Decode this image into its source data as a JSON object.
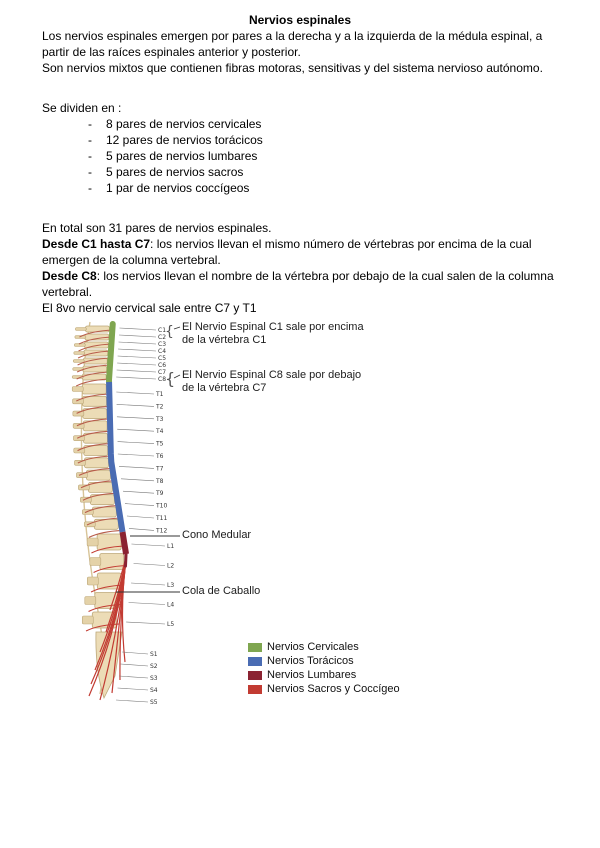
{
  "page": {
    "title": "Nervios espinales",
    "p1": "Los nervios espinales emergen por pares a la derecha y a la izquierda de la médula espinal, a partir de las raíces espinales anterior y posterior.",
    "p2": "Son nervios mixtos que contienen fibras motoras, sensitivas y del sistema nervioso autónomo.",
    "divide_intro": "Se dividen en :",
    "list": [
      "8 pares de nervios cervicales",
      "12 pares de nervios torácicos",
      "5 pares de nervios lumbares",
      "5 pares de nervios sacros",
      "1 par de nervios coccígeos"
    ],
    "total": "En total son 31 pares de nervios espinales.",
    "desde_c1c7": {
      "bold": "Desde C1 hasta C7",
      "rest": ": los nervios llevan el mismo número de vértebras por encima de la cual emergen de la columna vertebral."
    },
    "desde_c8": {
      "bold": "Desde C8",
      "rest": ": los nervios llevan el nombre de la vértebra por debajo de la cual salen de la columna vertebral."
    },
    "c8_note": "El 8vo nervio cervical sale entre C7 y T1"
  },
  "figure": {
    "annotations": {
      "c1": "El Nervio Espinal C1 sale por encima de la vértebra C1",
      "c8": "El Nervio Espinal C8 sale por debajo de la vértebra C7",
      "cono_medular": "Cono Medular",
      "cola_caballo": "Cola de Caballo"
    },
    "vertebra_labels": [
      "C1",
      "C2",
      "C3",
      "C4",
      "C5",
      "C6",
      "C7",
      "C8",
      "T1",
      "T2",
      "T3",
      "T4",
      "T5",
      "T6",
      "T7",
      "T8",
      "T9",
      "T10",
      "T11",
      "T12",
      "L1",
      "L2",
      "L3",
      "L4",
      "L5",
      "S1",
      "S2",
      "S3",
      "S4",
      "S5"
    ],
    "legend": [
      {
        "label": "Nervios Cervicales",
        "color": "#7fa650"
      },
      {
        "label": "Nervios Torácicos",
        "color": "#4a6cb3"
      },
      {
        "label": "Nervios Lumbares",
        "color": "#8b2332"
      },
      {
        "label": "Nervios Sacros y Coccígeo",
        "color": "#c23b32"
      }
    ],
    "illustration_colors": {
      "bone": "#ecdcb6",
      "bone_stroke": "#bda87a",
      "nerve_tan": "#b85c4a"
    }
  }
}
